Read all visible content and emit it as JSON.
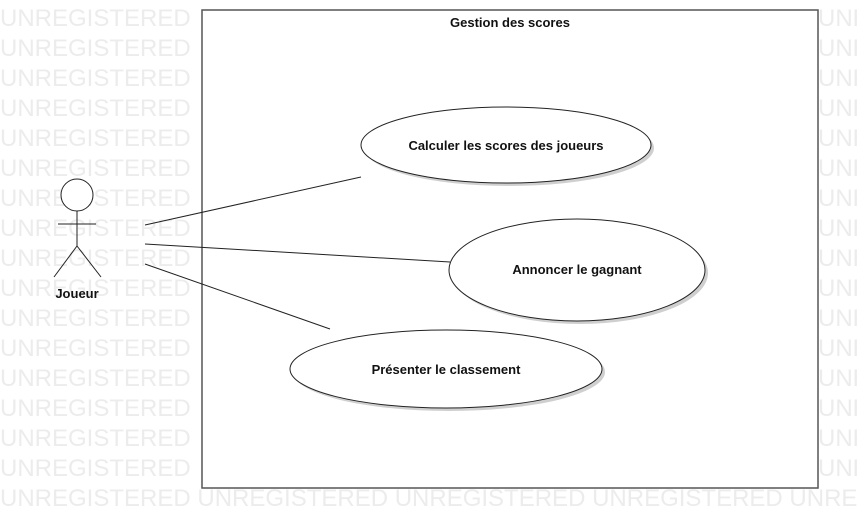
{
  "watermark": {
    "text": "UNREGISTERED",
    "bottom_text": "UNREGISTERED UNREGISTERED UNREGISTERED UNREGISTERED UNRE"
  },
  "system": {
    "title": "Gestion des scores"
  },
  "actor": {
    "name": "Joueur"
  },
  "use_cases": [
    {
      "label": "Calculer les scores des joueurs"
    },
    {
      "label": "Annoncer le gagnant"
    },
    {
      "label": "Présenter le classement"
    }
  ],
  "colors": {
    "line": "#222222",
    "boundary": "#555555",
    "shadow": "#cfcfcf",
    "watermark": "#ececec"
  }
}
